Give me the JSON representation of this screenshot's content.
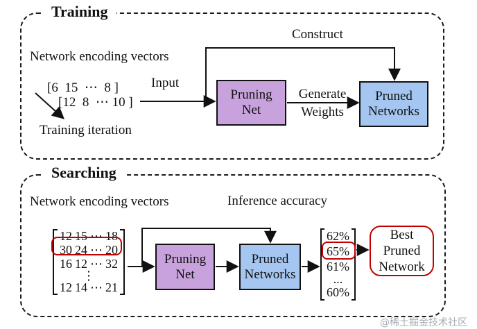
{
  "training": {
    "section_label": "Training",
    "encoding_vectors_label": "Network encoding vectors",
    "vector_rows": [
      "[6  15  ⋯  8 ]",
      "[12  8  ⋯ 10 ]"
    ],
    "iteration_label": "Training iteration",
    "input_label": "Input",
    "construct_label": "Construct",
    "pruning_net_lines": [
      "Pruning",
      "Net"
    ],
    "generate_weights_lines": [
      "Generate",
      "Weights"
    ],
    "pruned_networks_lines": [
      "Pruned",
      "Networks"
    ]
  },
  "searching": {
    "section_label": "Searching",
    "encoding_vectors_label": "Network encoding vectors",
    "inference_accuracy_label": "Inference accuracy",
    "matrix_rows": [
      [
        "12",
        "15",
        "⋯",
        "18"
      ],
      [
        "30",
        "24",
        "⋯",
        "20"
      ],
      [
        "16",
        "12",
        "⋯",
        "32"
      ],
      [
        "⋮"
      ],
      [
        "12",
        "14",
        "⋯",
        "21"
      ]
    ],
    "highlighted_matrix_row_index": 1,
    "pruning_net_lines": [
      "Pruning",
      "Net"
    ],
    "pruned_networks_lines": [
      "Pruned",
      "Networks"
    ],
    "accuracy_values": [
      "62%",
      "65%",
      "61%",
      "...",
      "60%"
    ],
    "highlighted_accuracy_index": 1,
    "best_network_lines": [
      "Best",
      "Pruned",
      "Network"
    ]
  },
  "colors": {
    "pruning_net_fill": "#C8A2DC",
    "pruned_networks_fill": "#A5C6F0",
    "highlight_red": "#C00000",
    "line_black": "#111111"
  },
  "watermark": "@稀土掘金技术社区"
}
